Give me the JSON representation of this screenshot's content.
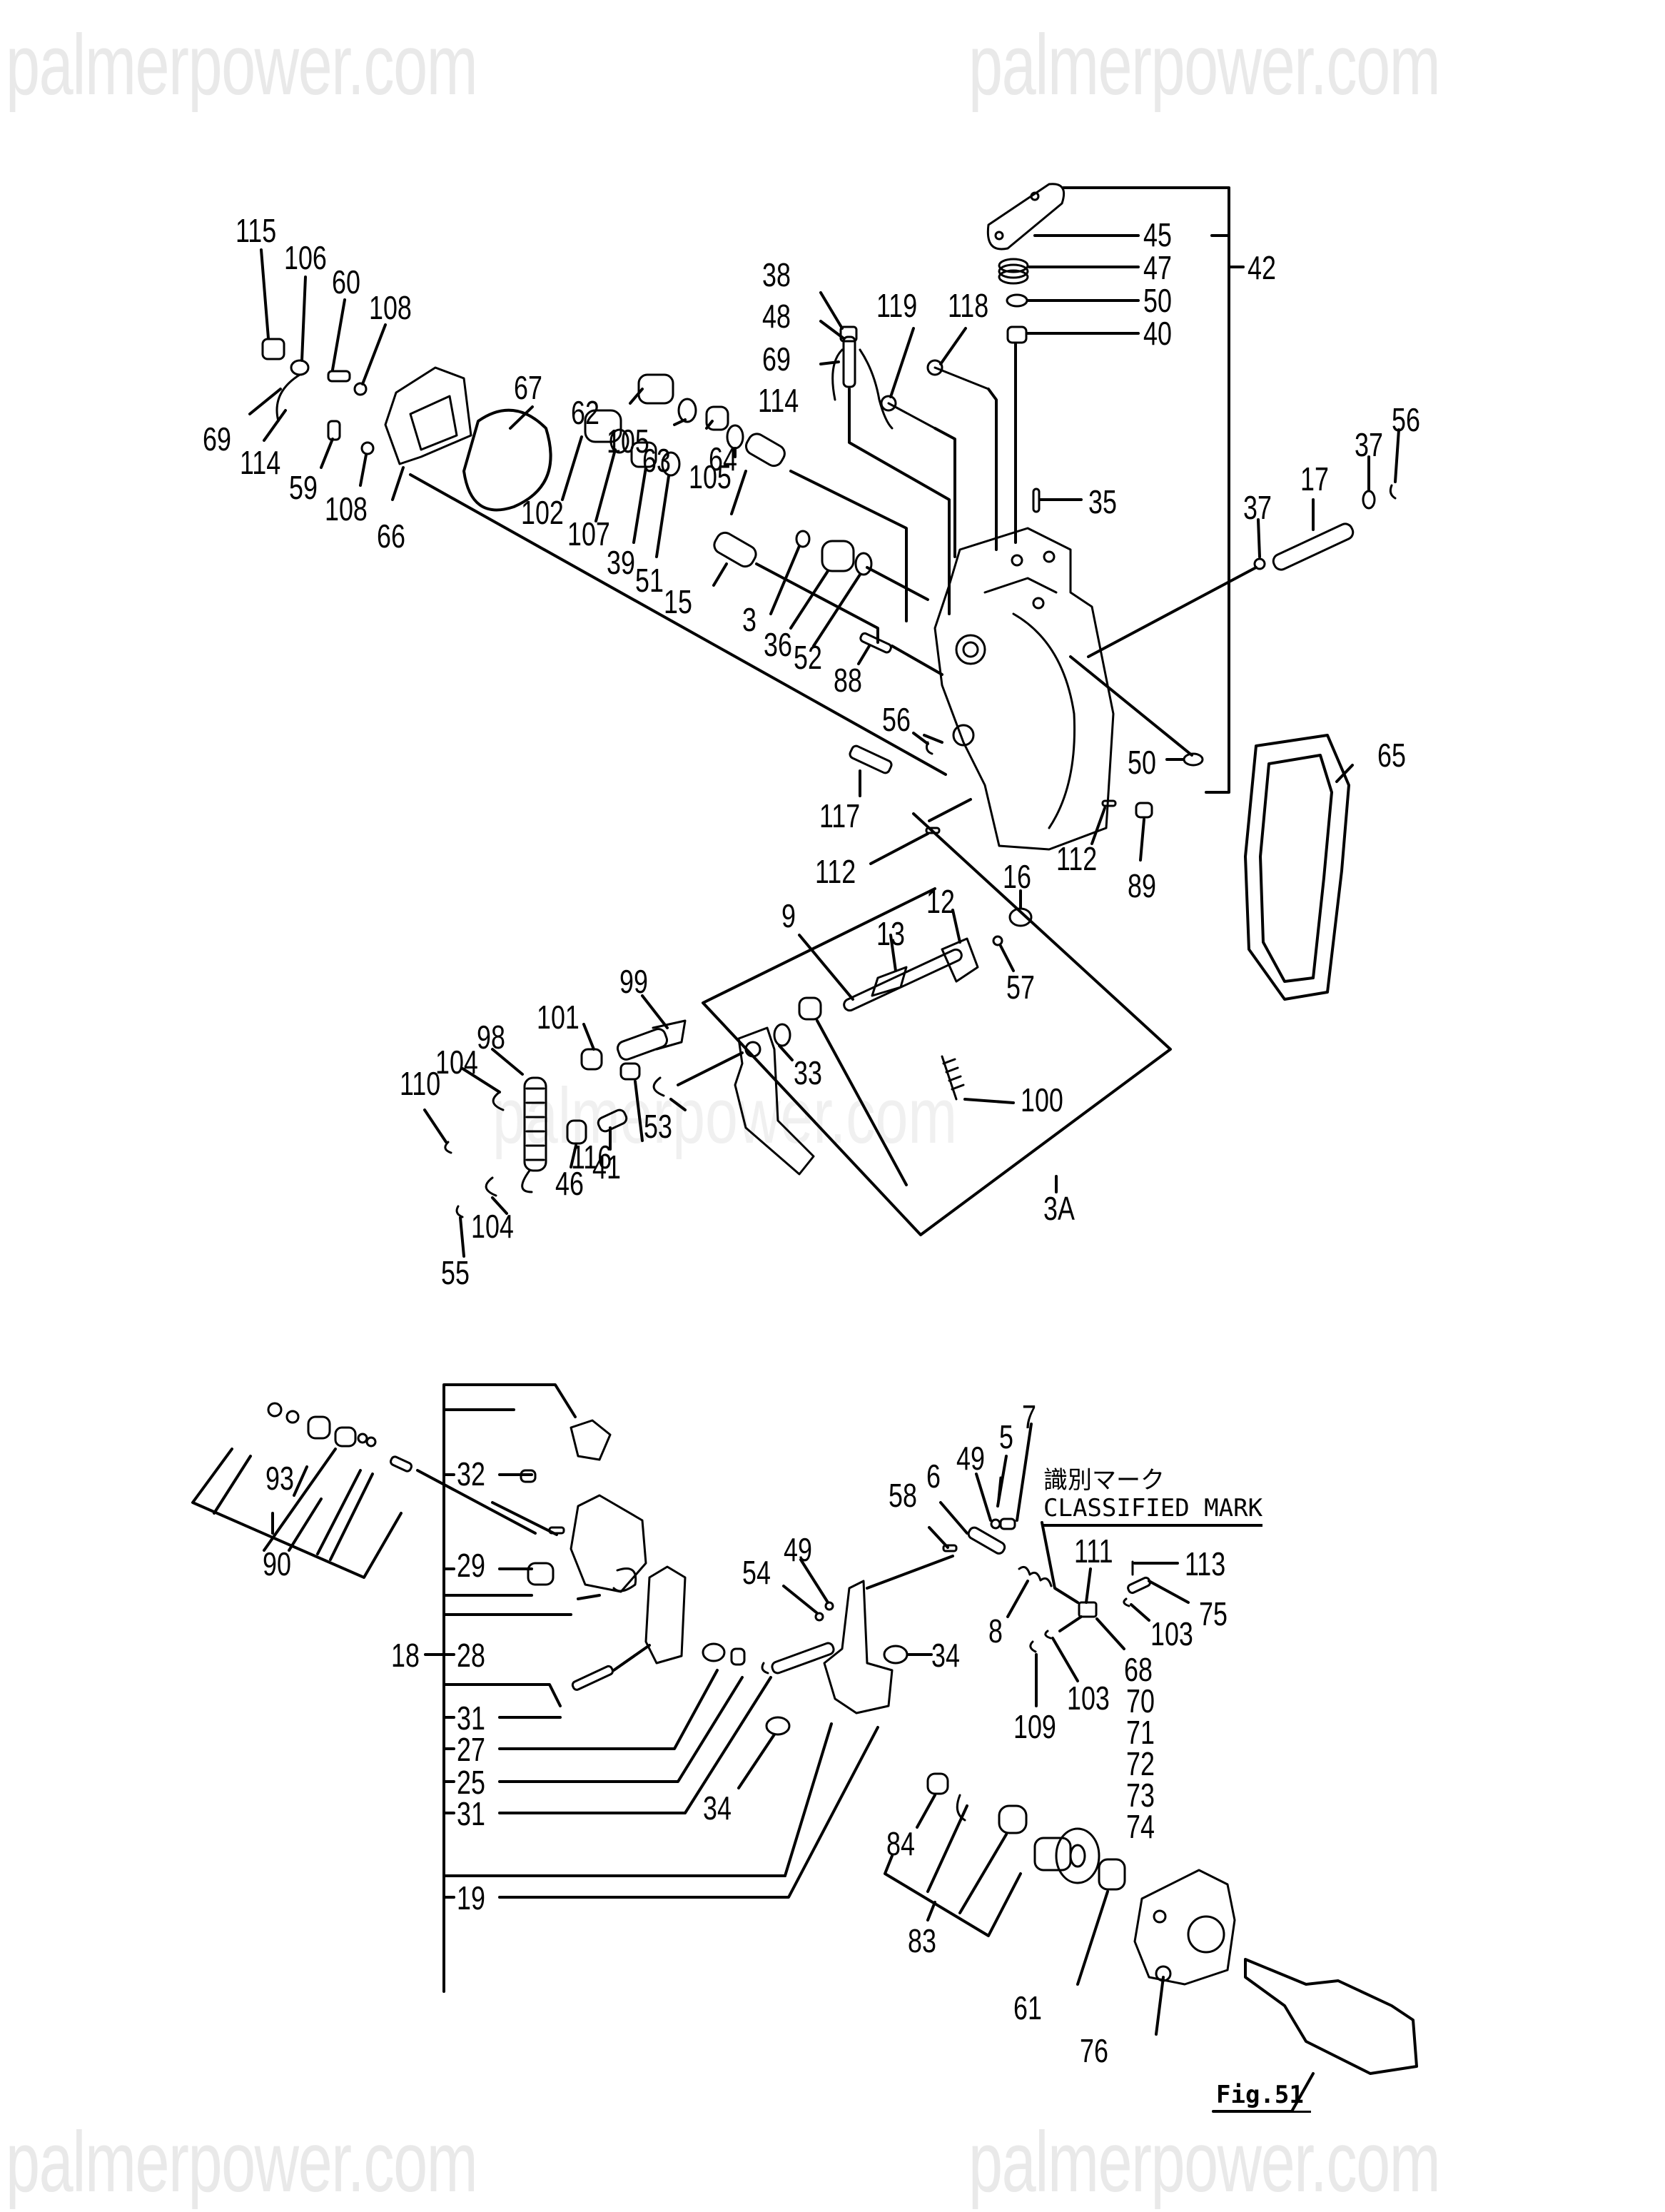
{
  "watermark": {
    "text": "palmerpower.com"
  },
  "figure": {
    "label": "Fig.51"
  },
  "classified_mark": {
    "jp": "識別マーク",
    "en": "CLASSIFIED MARK"
  },
  "groups": [
    {
      "id": "42",
      "members": [
        "45",
        "47",
        "50",
        "40"
      ]
    },
    {
      "id": "3A",
      "members": [
        "9",
        "13",
        "12",
        "33",
        "100"
      ]
    },
    {
      "id": "18",
      "members": [
        "32",
        "29",
        "28",
        "31",
        "27",
        "25",
        "31",
        "19"
      ]
    },
    {
      "id": "90",
      "members": [
        "93"
      ]
    },
    {
      "id": "83",
      "members": []
    }
  ],
  "part_labels": [
    {
      "text": "115"
    },
    {
      "text": "106"
    },
    {
      "text": "60"
    },
    {
      "text": "108"
    },
    {
      "text": "69"
    },
    {
      "text": "114"
    },
    {
      "text": "59"
    },
    {
      "text": "108"
    },
    {
      "text": "66"
    },
    {
      "text": "67"
    },
    {
      "text": "38"
    },
    {
      "text": "48"
    },
    {
      "text": "69"
    },
    {
      "text": "114"
    },
    {
      "text": "119"
    },
    {
      "text": "118"
    },
    {
      "text": "45"
    },
    {
      "text": "47"
    },
    {
      "text": "50"
    },
    {
      "text": "40"
    },
    {
      "text": "42"
    },
    {
      "text": "62"
    },
    {
      "text": "105"
    },
    {
      "text": "63"
    },
    {
      "text": "105"
    },
    {
      "text": "64"
    },
    {
      "text": "102"
    },
    {
      "text": "107"
    },
    {
      "text": "39"
    },
    {
      "text": "51"
    },
    {
      "text": "15"
    },
    {
      "text": "3"
    },
    {
      "text": "36"
    },
    {
      "text": "52"
    },
    {
      "text": "88"
    },
    {
      "text": "35"
    },
    {
      "text": "37"
    },
    {
      "text": "17"
    },
    {
      "text": "37"
    },
    {
      "text": "56"
    },
    {
      "text": "56"
    },
    {
      "text": "50"
    },
    {
      "text": "65"
    },
    {
      "text": "117"
    },
    {
      "text": "112"
    },
    {
      "text": "112"
    },
    {
      "text": "89"
    },
    {
      "text": "16"
    },
    {
      "text": "9"
    },
    {
      "text": "13"
    },
    {
      "text": "12"
    },
    {
      "text": "57"
    },
    {
      "text": "99"
    },
    {
      "text": "101"
    },
    {
      "text": "98"
    },
    {
      "text": "104"
    },
    {
      "text": "110"
    },
    {
      "text": "33"
    },
    {
      "text": "100"
    },
    {
      "text": "53"
    },
    {
      "text": "116"
    },
    {
      "text": "46"
    },
    {
      "text": "41"
    },
    {
      "text": "104"
    },
    {
      "text": "55"
    },
    {
      "text": "3A"
    },
    {
      "text": "93"
    },
    {
      "text": "90"
    },
    {
      "text": "32"
    },
    {
      "text": "29"
    },
    {
      "text": "18"
    },
    {
      "text": "28"
    },
    {
      "text": "31"
    },
    {
      "text": "27"
    },
    {
      "text": "25"
    },
    {
      "text": "31"
    },
    {
      "text": "19"
    },
    {
      "text": "58"
    },
    {
      "text": "6"
    },
    {
      "text": "49"
    },
    {
      "text": "5"
    },
    {
      "text": "7"
    },
    {
      "text": "54"
    },
    {
      "text": "49"
    },
    {
      "text": "34"
    },
    {
      "text": "34"
    },
    {
      "text": "8"
    },
    {
      "text": "111"
    },
    {
      "text": "113"
    },
    {
      "text": "75"
    },
    {
      "text": "103"
    },
    {
      "text": "103"
    },
    {
      "text": "109"
    },
    {
      "text": "68"
    },
    {
      "text": "70"
    },
    {
      "text": "71"
    },
    {
      "text": "72"
    },
    {
      "text": "73"
    },
    {
      "text": "74"
    },
    {
      "text": "84"
    },
    {
      "text": "83"
    },
    {
      "text": "61"
    },
    {
      "text": "76"
    }
  ]
}
